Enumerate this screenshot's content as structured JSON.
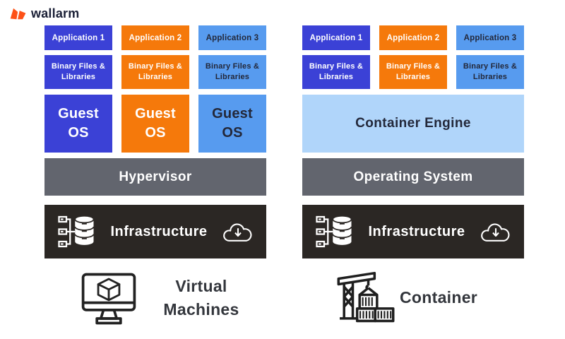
{
  "logo": {
    "brand": "wallarm"
  },
  "colors": {
    "blue": "#3b41d6",
    "orange": "#f5790b",
    "light_blue": "#579bef",
    "pale_blue": "#b0d5fa",
    "gray": "#62656e",
    "dark": "#2b2724",
    "logo_orange": "#fd5117",
    "navy_text": "#23283a"
  },
  "vm_stack": {
    "applications": [
      "Application 1",
      "Application 2",
      "Application 3"
    ],
    "binaries": [
      "Binary Files & Libraries",
      "Binary Files & Libraries",
      "Binary Files & Libraries"
    ],
    "guest_os": [
      "Guest OS",
      "Guest OS",
      "Guest OS"
    ],
    "hypervisor_label": "Hypervisor",
    "infrastructure_label": "Infrastructure",
    "caption": "Virtual Machines"
  },
  "container_stack": {
    "applications": [
      "Application 1",
      "Application 2",
      "Application 3"
    ],
    "binaries": [
      "Binary Files & Libraries",
      "Binary Files & Libraries",
      "Binary Files & Libraries"
    ],
    "container_engine_label": "Container Engine",
    "operating_system_label": "Operating System",
    "infrastructure_label": "Infrastructure",
    "caption": "Container"
  },
  "icons": {
    "logo": "wallarm-flag-icon",
    "infrastructure_left": "server-database-icon",
    "infrastructure_right": "cloud-download-icon",
    "vm": "monitor-cube-icon",
    "container": "crane-container-icon"
  }
}
